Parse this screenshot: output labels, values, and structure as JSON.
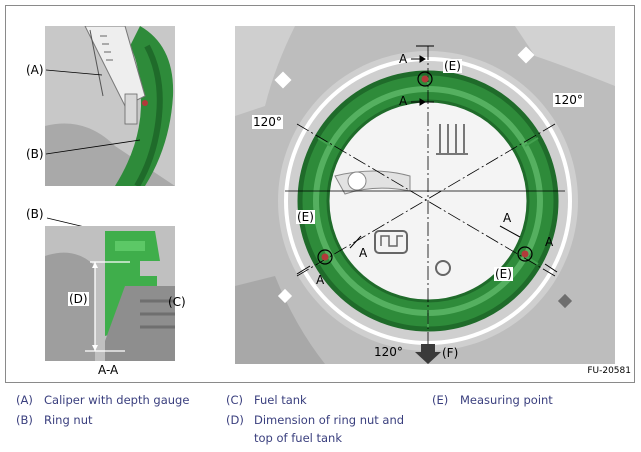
{
  "figure": {
    "id": "FU-20581",
    "labels": {
      "A": "(A)",
      "B": "(B)",
      "C": "(C)",
      "D": "(D)",
      "E": "(E)",
      "F": "(F)",
      "section": "A-A",
      "angle": "120°",
      "dim": "A"
    }
  },
  "legend": [
    {
      "key": "(A)",
      "text": "Caliper with depth gauge"
    },
    {
      "key": "(B)",
      "text": "Ring nut"
    },
    {
      "key": "(C)",
      "text": "Fuel tank"
    },
    {
      "key": "(D)",
      "text": "Dimension of ring nut and"
    },
    {
      "key": "",
      "text": "top of fuel tank"
    },
    {
      "key": "(E)",
      "text": "Measuring point"
    }
  ],
  "colors": {
    "ring_green": "#2e8b3a",
    "dark_green": "#1f6b2a",
    "metal_gray": "#bdbdbd",
    "legend_text": "#3a3f7e",
    "measure_red": "#b23a3a"
  }
}
